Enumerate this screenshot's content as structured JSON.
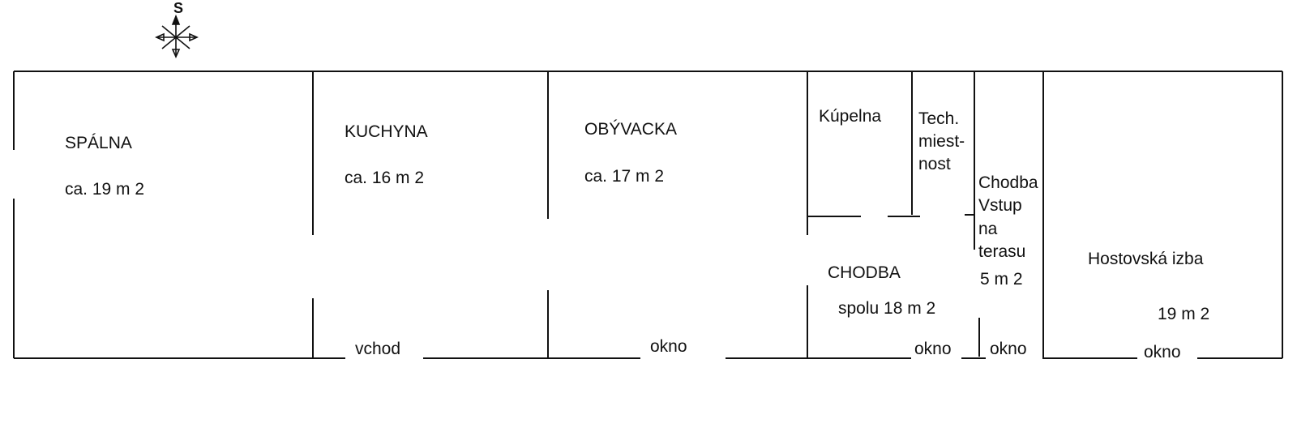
{
  "compass": {
    "label": "S",
    "icon": "compass-rose-icon"
  },
  "rooms": {
    "spalna": {
      "name": "SPÁLNA",
      "area": "ca. 19 m 2"
    },
    "kuchyna": {
      "name": "KUCHYNA",
      "area": "ca. 16 m 2"
    },
    "obyvacka": {
      "name": "OBÝVACKA",
      "area": "ca. 17 m 2"
    },
    "kupelna": {
      "name": "Kúpelna"
    },
    "tech": {
      "line1": "Tech.",
      "line2": "miest-",
      "line3": "nost"
    },
    "chodba_vstup": {
      "line1": "Chodba",
      "line2": "Vstup",
      "line3": "na",
      "line4": "terasu",
      "line5": "5 m 2"
    },
    "chodba": {
      "name": "CHODBA",
      "area": "spolu 18 m 2"
    },
    "hostovska": {
      "name": "Hostovská izba",
      "area": "19 m 2"
    }
  },
  "openings": {
    "vchod": "vchod",
    "okno_obyvacka": "okno",
    "okno_chodba": "okno",
    "okno_vstup": "okno",
    "okno_hostovska": "okno"
  }
}
